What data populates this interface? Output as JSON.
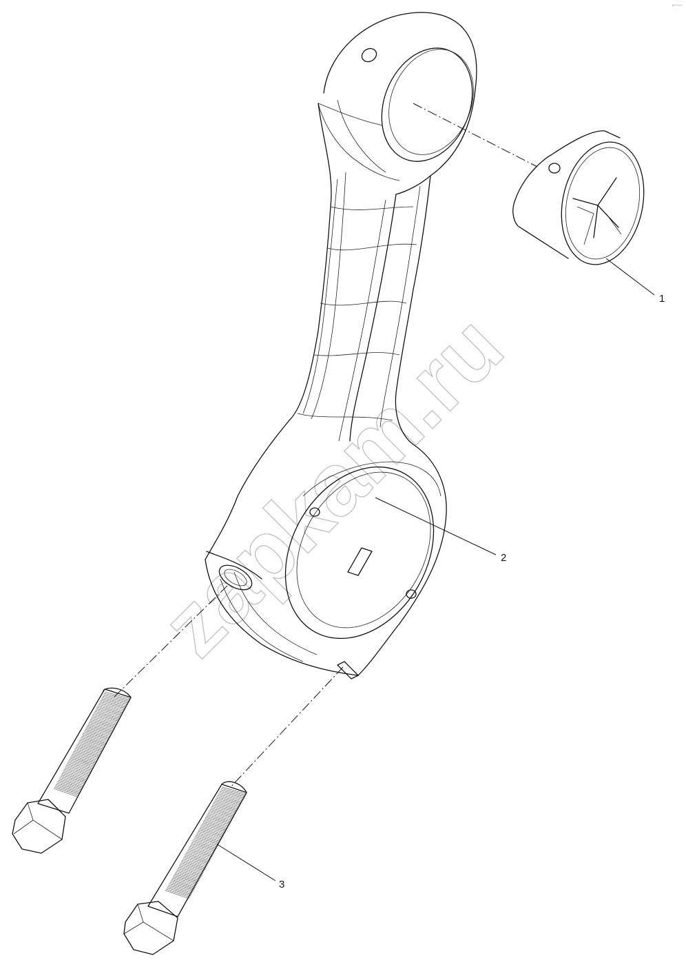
{
  "diagram": {
    "callouts": [
      {
        "id": "1",
        "label": "1"
      },
      {
        "id": "2",
        "label": "2"
      },
      {
        "id": "3",
        "label": "3"
      }
    ],
    "watermark": "zapkam.ru",
    "corner_mark": "⌐—"
  },
  "colors": {
    "line": "#111111",
    "watermark": "#bbbbbb",
    "background": "#ffffff"
  }
}
